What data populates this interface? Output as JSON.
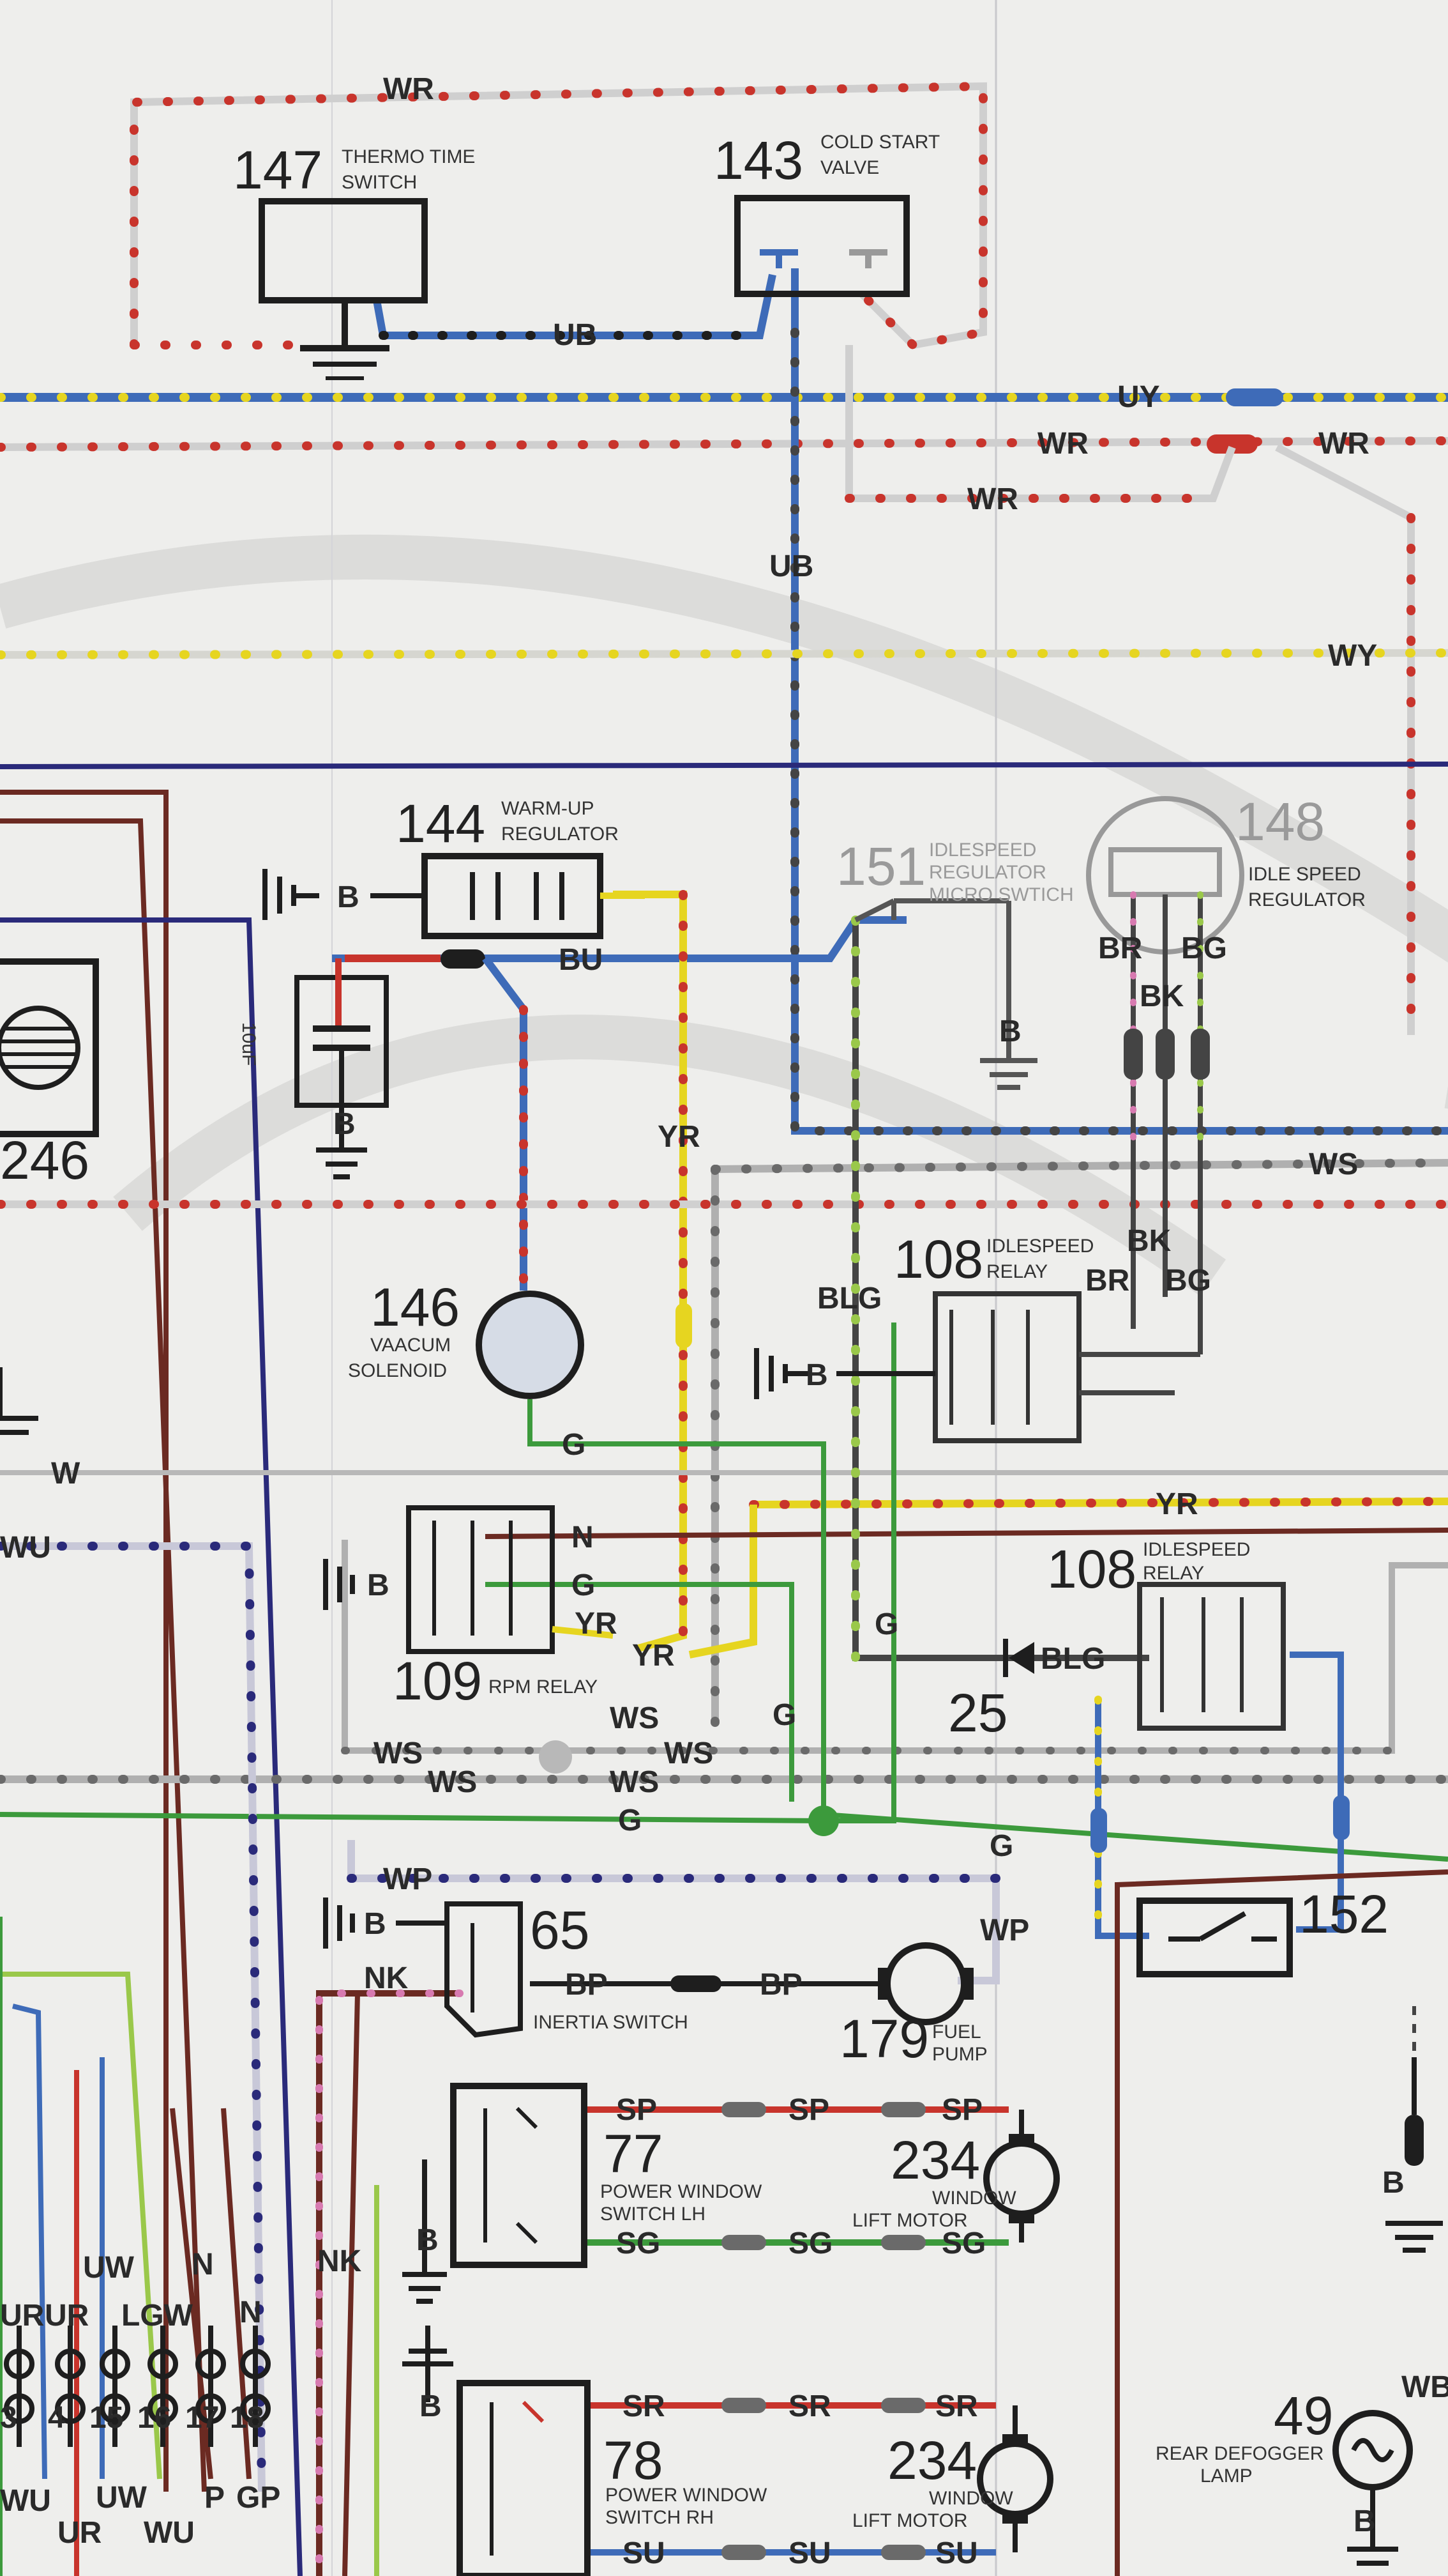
{
  "components": {
    "c147": {
      "number": "147",
      "line1": "THERMO TIME",
      "line2": "SWITCH"
    },
    "c143": {
      "number": "143",
      "line1": "COLD START",
      "line2": "VALVE"
    },
    "c144": {
      "number": "144",
      "line1": "WARM-UP",
      "line2": "REGULATOR"
    },
    "c151": {
      "number": "151",
      "line1": "IDLESPEED",
      "line2": "REGULATOR",
      "line3": "MICRO SWTICH"
    },
    "c148": {
      "number": "148",
      "line1": "IDLE SPEED",
      "line2": "REGULATOR"
    },
    "c246": {
      "number": "246"
    },
    "cap": {
      "label": "10uF"
    },
    "c146": {
      "number": "146",
      "line1": "VAACUM",
      "line2": "SOLENOID"
    },
    "c108a": {
      "number": "108",
      "line1": "IDLESPEED",
      "line2": "RELAY"
    },
    "c108b": {
      "number": "108",
      "line1": "IDLESPEED",
      "line2": "RELAY"
    },
    "c109": {
      "number": "109",
      "line1": "RPM RELAY"
    },
    "c25": {
      "number": "25"
    },
    "c65": {
      "number": "65",
      "line1": "INERTIA SWITCH"
    },
    "c179": {
      "number": "179",
      "line1": "FUEL",
      "line2": "PUMP"
    },
    "c152": {
      "number": "152"
    },
    "c77": {
      "number": "77",
      "line1": "POWER WINDOW",
      "line2": "SWITCH LH"
    },
    "c234a": {
      "number": "234",
      "line1": "WINDOW",
      "line2": "LIFT MOTOR"
    },
    "c78": {
      "number": "78",
      "line1": "POWER WINDOW",
      "line2": "SWITCH RH"
    },
    "c234b": {
      "number": "234",
      "line1": "WINDOW",
      "line2": "LIFT MOTOR"
    },
    "c49": {
      "number": "49",
      "line1": "REAR DEFOGGER",
      "line2": "LAMP"
    }
  },
  "wire_codes": {
    "wr_top": "WR",
    "ub_147": "UB",
    "uy": "UY",
    "wr_a": "WR",
    "wr_b": "WR",
    "wr_c": "WR",
    "ub_v": "UB",
    "wy": "WY",
    "b_144": "B",
    "bu": "BU",
    "br_148": "BR",
    "bg_148": "BG",
    "bk_148": "BK",
    "b_151": "B",
    "b_cap": "B",
    "yr_v": "YR",
    "ws_r": "WS",
    "blg": "BLG",
    "bk_2": "BK",
    "br_2": "BR",
    "bg_2": "BG",
    "b_108": "B",
    "g_146": "G",
    "w": "W",
    "wu": "WU",
    "yr_h": "YR",
    "n_109": "N",
    "g_109": "G",
    "yr_109": "YR",
    "yr_109b": "YR",
    "b_109": "B",
    "g_mid": "G",
    "blg_25": "BLG",
    "g_vert": "G",
    "ws1": "WS",
    "ws2": "WS",
    "ws3": "WS",
    "ws4": "WS",
    "ws5": "WS",
    "g_long": "G",
    "g_right": "G",
    "wp": "WP",
    "wp2": "WP",
    "b_65": "B",
    "nk": "NK",
    "bp1": "BP",
    "bp2": "BP",
    "nk_v": "NK",
    "sp1": "SP",
    "sp2": "SP",
    "sp3": "SP",
    "b_77": "B",
    "sg1": "SG",
    "sg2": "SG",
    "sg3": "SG",
    "b_lower": "B",
    "sr1": "SR",
    "sr2": "SR",
    "sr3": "SR",
    "su1": "SU",
    "su2": "SU",
    "su3": "SU",
    "b_right": "B",
    "b_49": "B",
    "wb": "WB",
    "uw": "UW",
    "n1": "N",
    "n2": "N",
    "ur1": "UR",
    "ur2": "UR",
    "lgw": "LGW",
    "pin3": "3",
    "pin4": "4",
    "pin15": "15",
    "pin16": "16",
    "pin17": "17",
    "pin18": "18",
    "wu_b": "WU",
    "ur_b": "UR",
    "uw_b": "UW",
    "wu_b2": "WU",
    "p_b": "P",
    "gp": "GP"
  },
  "colors": {
    "red_dots": "#c8342c",
    "blue": "#3e6bb8",
    "yellow": "#e6d520",
    "green": "#3c9a3c",
    "gray": "#9a9a9a",
    "dark_red": "#6b2a22",
    "navy": "#2a2a7a",
    "pink": "#d77ab0",
    "light_green": "#9ac84a",
    "black": "#1e1e1e"
  }
}
